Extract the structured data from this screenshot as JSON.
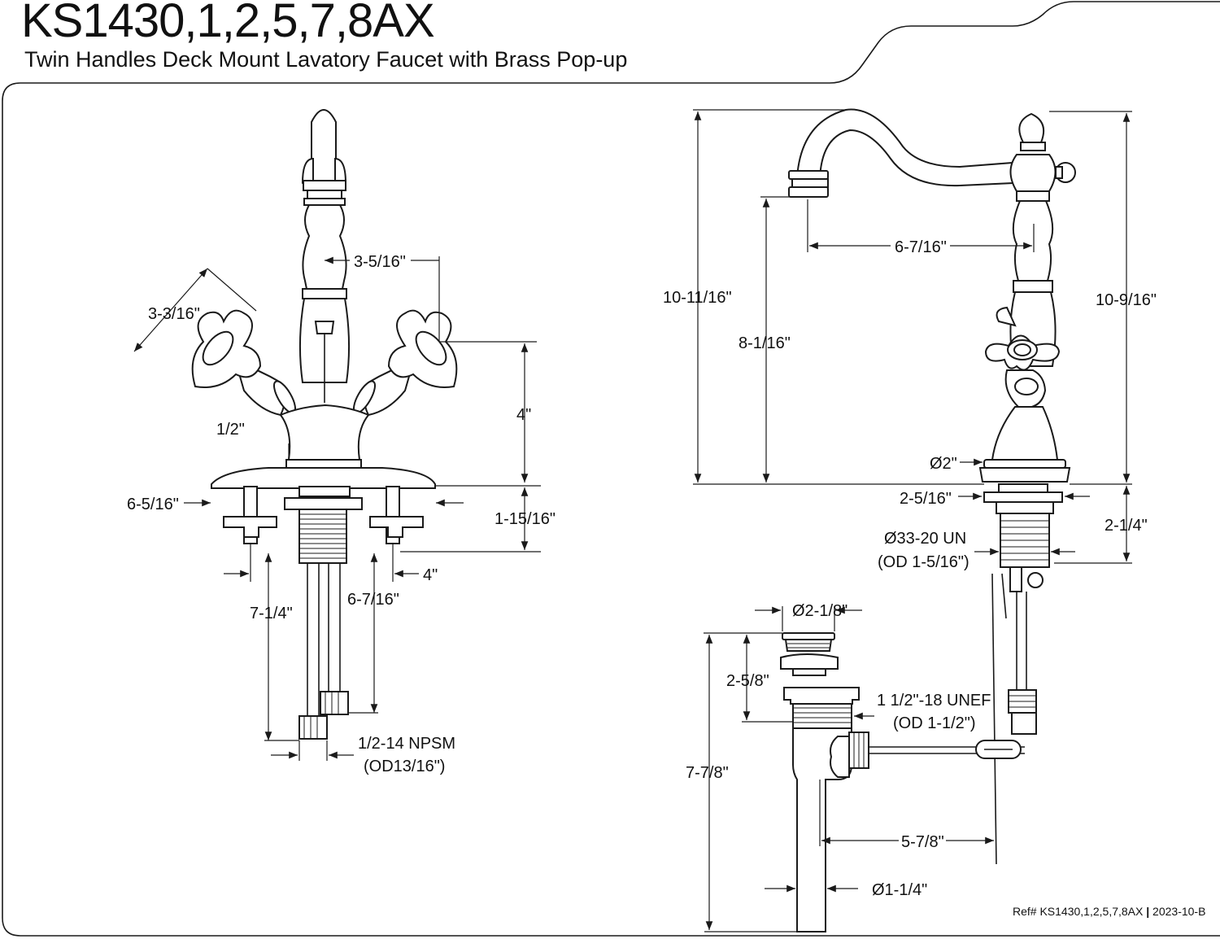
{
  "header": {
    "model": "KS1430,1,2,5,7,8AX",
    "description": "Twin Handles Deck Mount Lavatory Faucet with Brass Pop-up"
  },
  "front_view": {
    "dim_spout_offset": "3-5/16\"",
    "dim_handle_length": "3-3/16\"",
    "dim_handle_height": "4\"",
    "dim_spout_gap": "1/2\"",
    "dim_base_width": "6-5/16\"",
    "dim_deck_thickness": "1-15/16\"",
    "dim_center_spread": "4\"",
    "dim_shank_length": "7-1/4\"",
    "dim_supply_length": "6-7/16\"",
    "connection_thread": "1/2-14 NPSM",
    "connection_od": "(OD13/16\")"
  },
  "side_view": {
    "dim_total_height": "10-11/16\"",
    "dim_spout_height": "8-1/16\"",
    "dim_spout_reach": "6-7/16\"",
    "dim_handle_height": "10-9/16\"",
    "dim_base_diameter": "Ø2\"",
    "dim_shank_diameter": "2-5/16\"",
    "dim_shank_length": "2-1/4\"",
    "shank_thread": "Ø33-20 UN",
    "shank_od": "(OD 1-5/16\")"
  },
  "popup_view": {
    "dim_flange_diameter": "Ø2-1/8\"",
    "dim_flange_height": "2-5/8\"",
    "body_thread": "1 1/2\"-18 UNEF",
    "body_od": "(OD 1-1/2\")",
    "dim_total_length": "7-7/8\"",
    "dim_rod_reach": "5-7/8\"",
    "dim_tailpiece_diameter": "Ø1-1/4\""
  },
  "footer": {
    "ref_label": "Ref#",
    "ref_model": "KS1430,1,2,5,7,8AX",
    "revision": "2023-10-B"
  }
}
